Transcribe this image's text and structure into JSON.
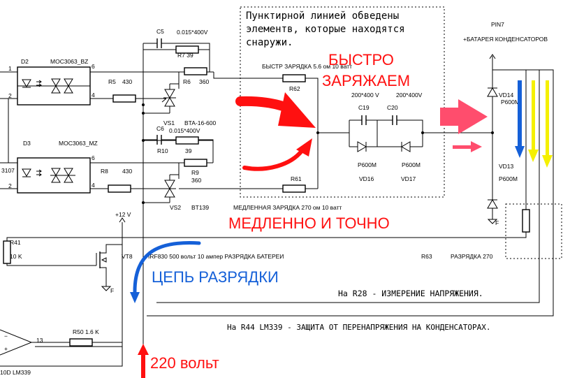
{
  "notes": {
    "dashed_box": [
      "Пунктирной линией обведены",
      "элементв, которые находятся",
      "снаружи."
    ],
    "r28": "На R28 - ИЗМЕРЕНИЕ НАПРЯЖЕНИЯ.",
    "r44": "На R44  LM339  - ЗАЩИТА ОТ ПЕРЕНАПРЯЖЕНИЯ НА КОНДЕНСАТОРАХ."
  },
  "annotations": {
    "fast": [
      "БЫСТРО",
      "ЗАРЯЖАЕМ"
    ],
    "slow": "МЕДЛЕННО И ТОЧНО",
    "discharge": "ЦЕПЬ РАЗРЯДКИ",
    "mains": "220 вольт"
  },
  "colors": {
    "red": "#ff1010",
    "pink": "#ff4d6d",
    "blue": "#1560d8",
    "yellow": "#f5f000"
  },
  "labels": {
    "d2": "D2",
    "moc_bz": "MOC3063_BZ",
    "pin6_top": "6",
    "pin4_top": "4",
    "pin1_top": "1",
    "pin2_top": "2",
    "d3": "D3",
    "moc_mz": "MOC3063_MZ",
    "pin6_bot": "6",
    "pin4_bot": "4",
    "pin2_bot": "2",
    "n3107": "3107",
    "c5": "C5",
    "c5v": "0.015*400V",
    "r7": "R7   39",
    "r5": "R5",
    "r5v": "430",
    "r6": "R6",
    "r6v": "360",
    "vs1": "VS1",
    "vs1t": "BTA-16-600",
    "c6": "C6",
    "c6v": "0.015*400V",
    "r10": "R10",
    "r10v": "39",
    "r8": "R8",
    "r8v": "430",
    "r9": "R9",
    "r9v": "360",
    "vs2": "VS2",
    "vs2t": "BT139",
    "fast_caption": "БЫСТР ЗАРЯДКА  5.6 ом  10 ватт",
    "r62": "R62",
    "r61": "R61",
    "slow_caption": "МЕДЛЕННАЯ ЗАРЯДКА  270 ом 10 ватт",
    "c19v": "200*400 V",
    "c20v": "200*400V",
    "c19": "C19",
    "c20": "C20",
    "vd16v": "P600M",
    "vd17v": "P600M",
    "vd16": "VD16",
    "vd17": "VD17",
    "pin7": "PIN7",
    "bat": "+БАТАРЕЯ КОНДЕНСАТОРОВ",
    "vd14": "VD14",
    "vd14v": "P600M",
    "vd13": "VD13",
    "vd13v": "P600M",
    "v12": "+12 V",
    "r41": "R41",
    "r41v": "10 K",
    "vt8": "VT8",
    "irf": "IRF830  500 вольт 10 ампер  РАЗРЯДКА БАТЕРЕИ",
    "r63": "R63",
    "r63v": "РАЗРЯДКА 270",
    "n13": "13",
    "r50": "R50  1.6 K",
    "lm339": "10D  LM339",
    "f1": "F",
    "f2": "F"
  }
}
